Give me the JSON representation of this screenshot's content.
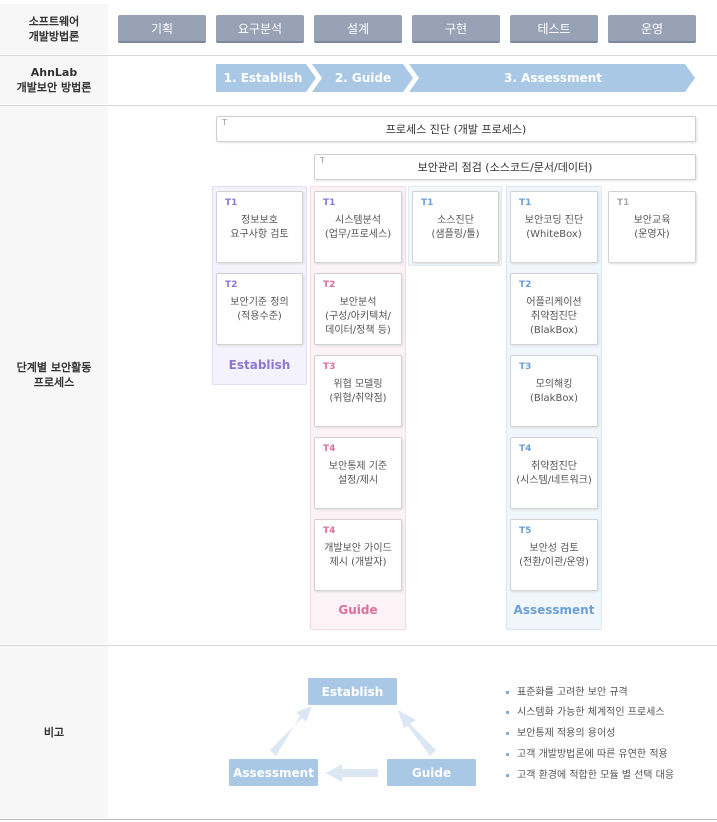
{
  "rows": {
    "methodology": "소프트웨어\n개발방법론",
    "ahnlab": "AhnLab\n개발보안 방법론",
    "activities": "단계별 보안활동\n프로세스",
    "remarks": "비고"
  },
  "phases": [
    "기획",
    "요구분석",
    "설계",
    "구현",
    "테스트",
    "운영"
  ],
  "chevrons": [
    "1. Establish",
    "2. Guide",
    "3. Assessment"
  ],
  "bars": {
    "process": {
      "tag": "T",
      "label": "프로세스 진단 (개발 프로세스)"
    },
    "security": {
      "tag": "T",
      "label": "보안관리 점검 (소스코드/문서/데이터)"
    }
  },
  "establish": {
    "label": "Establish",
    "cards": [
      {
        "tag": "T1",
        "text": "정보보호\n요구사항 검토"
      },
      {
        "tag": "T2",
        "text": "보안기준 정의\n(적용수준)"
      }
    ]
  },
  "guide": {
    "label": "Guide",
    "cards": [
      {
        "tag": "T1",
        "text": "시스템분석\n(업무/프로세스)"
      },
      {
        "tag": "T2",
        "text": "보안분석\n(구성/아키텍쳐/\n데이터/정책 등)"
      },
      {
        "tag": "T3",
        "text": "위협 모델링\n(위협/취약점)"
      },
      {
        "tag": "T4",
        "text": "보안통제 기준\n설정/제시"
      },
      {
        "tag": "T4",
        "text": "개발보안 가이드\n제시 (개발자)"
      }
    ]
  },
  "impl": {
    "tag": "T1",
    "text": "소스진단\n(샘플링/툴)"
  },
  "assessment": {
    "label": "Assessment",
    "cards": [
      {
        "tag": "T1",
        "text": "보안코딩 진단\n(WhiteBox)"
      },
      {
        "tag": "T2",
        "text": "어플리케이션\n취약점진단\n(BlakBox)"
      },
      {
        "tag": "T3",
        "text": "모의해킹\n(BlakBox)"
      },
      {
        "tag": "T4",
        "text": "취약점진단\n(시스템/네트워크)"
      },
      {
        "tag": "T5",
        "text": "보안성 검토\n(전환/이관/운영)"
      }
    ]
  },
  "ops": {
    "tag": "T1",
    "text": "보안교육\n(운영자)"
  },
  "flow": {
    "establish": "Establish",
    "guide": "Guide",
    "assessment": "Assessment"
  },
  "notes": [
    "표준화를 고려한 보안 규격",
    "시스템화 가능한 체계적인 프로세스",
    "보안통제 적용의 용이성",
    "고객 개발방법론에 따른 유연한 적용",
    "고객 환경에 적합한 모듈 별 선택 대응"
  ],
  "colors": {
    "establish": "#8b78d2",
    "guide": "#dc6f9c",
    "assessment": "#6b9fd8",
    "flow": "#a9c8e6",
    "phase": "#97a2b6"
  }
}
